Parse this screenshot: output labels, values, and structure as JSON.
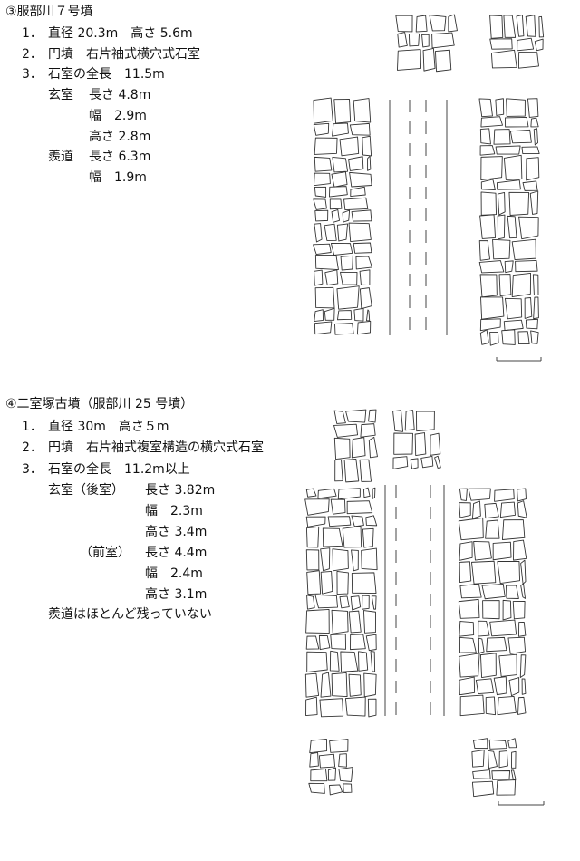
{
  "section3": {
    "title": "③服部川７号墳",
    "items": [
      {
        "num": "1．",
        "text": "直径 20.3m　高さ 5.6m"
      },
      {
        "num": "2．",
        "text": "円墳　右片袖式横穴式石室"
      },
      {
        "num": "3．",
        "text": "石室の全長　11.5m"
      }
    ],
    "details": [
      {
        "label": "玄室",
        "value": "長さ 4.8m"
      },
      {
        "label": "",
        "value": "幅　2.9m"
      },
      {
        "label": "",
        "value": "高さ 2.8m"
      },
      {
        "label": "羨道",
        "value": "長さ 6.3m"
      },
      {
        "label": "",
        "value": "幅　1.9m"
      }
    ]
  },
  "section4": {
    "title": "④二室塚古墳（服部川 25 号墳）",
    "items": [
      {
        "num": "1．",
        "text": "直径 30m　高さ５m"
      },
      {
        "num": "2．",
        "text": "円墳　右片袖式複室構造の横穴式石室"
      },
      {
        "num": "3．",
        "text": "石室の全長　11.2m以上"
      }
    ],
    "details": [
      {
        "label": "玄室（後室）",
        "value": "長さ 3.82m"
      },
      {
        "label": "",
        "value": "幅　2.3m"
      },
      {
        "label": "",
        "value": "高さ 3.4m"
      },
      {
        "label": "（前室）",
        "value": "長さ 4.4m"
      },
      {
        "label": "",
        "value": "幅　2.4m"
      },
      {
        "label": "",
        "value": "高さ 3.1m"
      }
    ],
    "note": "羨道はほとんど残っていない"
  }
}
